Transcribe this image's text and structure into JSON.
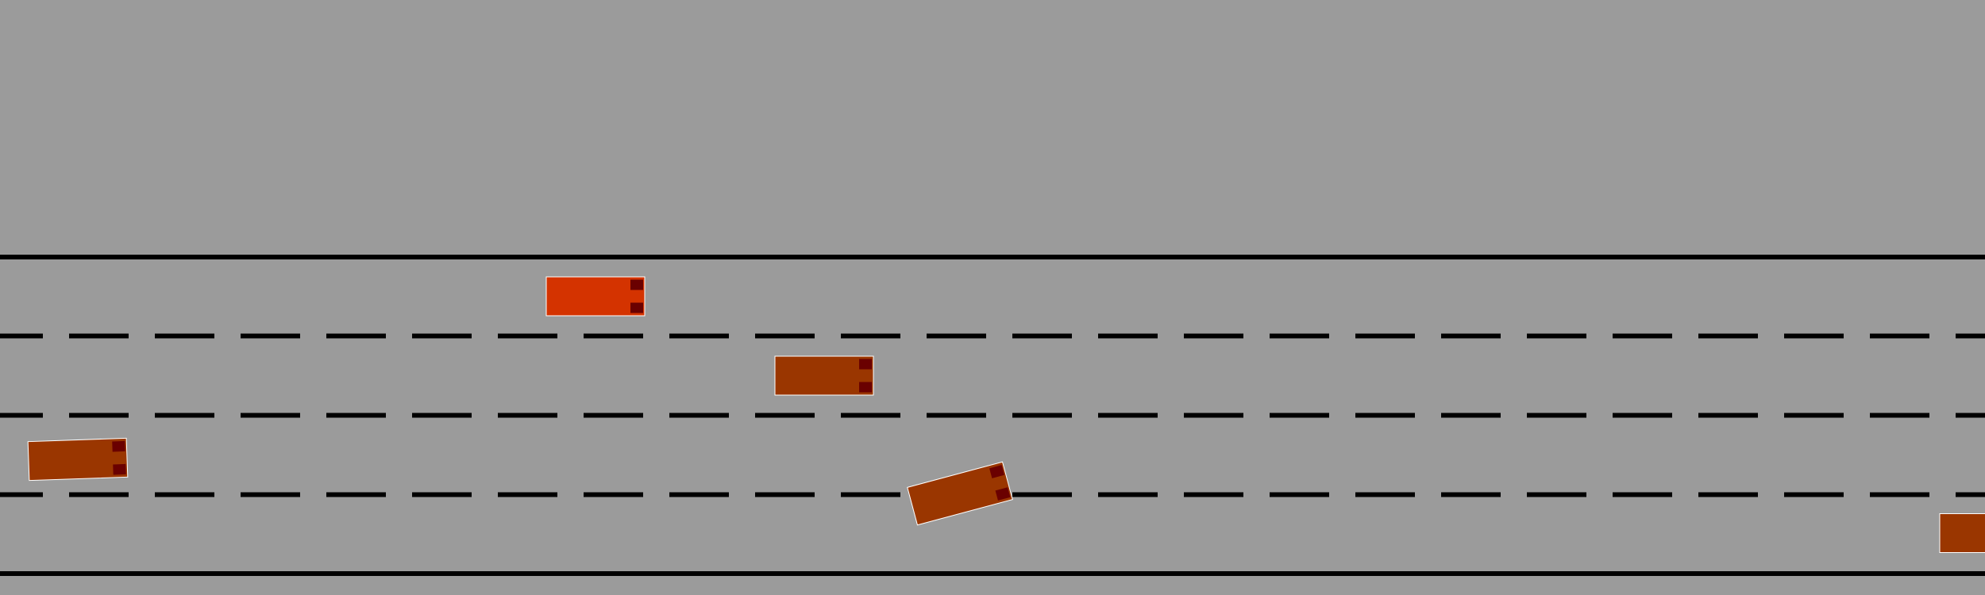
{
  "scene": {
    "type": "top-down highway driving simulation",
    "colors": {
      "background": "#9b9b9b",
      "lane_marking": "#000000",
      "ego_vehicle": "#d43300",
      "other_vehicle": "#9a3600",
      "vehicle_outline": "#ffffff",
      "headlight": "#6a0000"
    },
    "road": {
      "lane_count": 4,
      "edge_lines": [
        "top-edge-line",
        "bottom-edge-line"
      ],
      "lane_dividers": [
        "lane-divider-1",
        "lane-divider-2",
        "lane-divider-3"
      ],
      "divider_style": "dashed"
    },
    "vehicles": [
      {
        "id": "ego-vehicle",
        "role": "ego",
        "lane": 1,
        "heading_deg": 0
      },
      {
        "id": "vehicle-1",
        "role": "other",
        "lane": 2,
        "heading_deg": 0
      },
      {
        "id": "vehicle-2",
        "role": "other",
        "lane": 3,
        "heading_deg": -2
      },
      {
        "id": "vehicle-3",
        "role": "other",
        "lane": 3.5,
        "heading_deg": -15
      },
      {
        "id": "vehicle-4",
        "role": "other",
        "lane": 4,
        "heading_deg": 0,
        "partially_visible": true
      }
    ]
  }
}
